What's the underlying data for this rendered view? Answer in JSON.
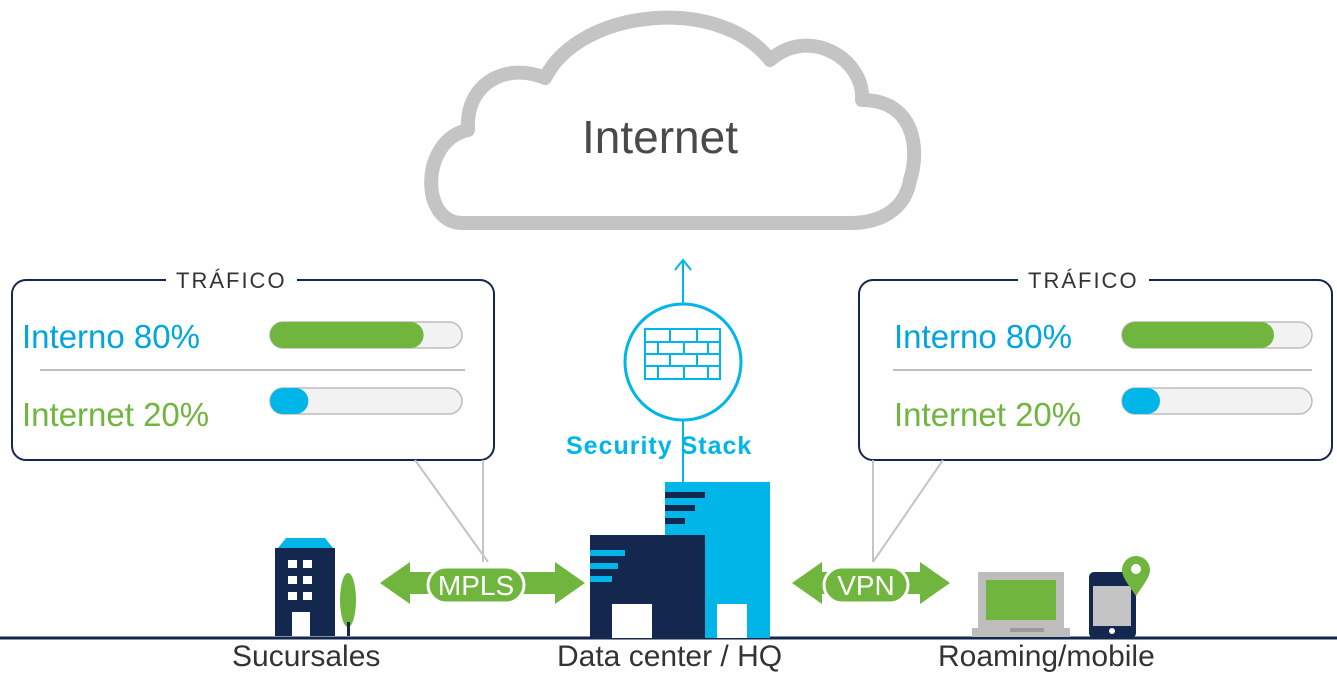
{
  "colors": {
    "navy": "#14274e",
    "cyan": "#00b6e8",
    "green": "#6fb53e",
    "gray": "#c4c4c4",
    "text": "#333333"
  },
  "cloud": {
    "label": "Internet",
    "icon": "cloud-icon"
  },
  "security": {
    "label": "Security Stack",
    "icon": "firewall-icon"
  },
  "traffic_left": {
    "title": "TRÁFICO",
    "rows": [
      {
        "label": "Interno 80%",
        "level": 0.8,
        "color": "#6fb53e"
      },
      {
        "label": "Internet 20%",
        "level": 0.2,
        "color": "#00b6e8"
      }
    ]
  },
  "traffic_right": {
    "title": "TRÁFICO",
    "rows": [
      {
        "label": "Interno 80%",
        "level": 0.8,
        "color": "#6fb53e"
      },
      {
        "label": "Internet 20%",
        "level": 0.2,
        "color": "#00b6e8"
      }
    ]
  },
  "links": {
    "left": "MPLS",
    "right": "VPN"
  },
  "nodes": {
    "branches": "Sucursales",
    "datacenter": "Data center / HQ",
    "mobile": "Roaming/mobile"
  }
}
